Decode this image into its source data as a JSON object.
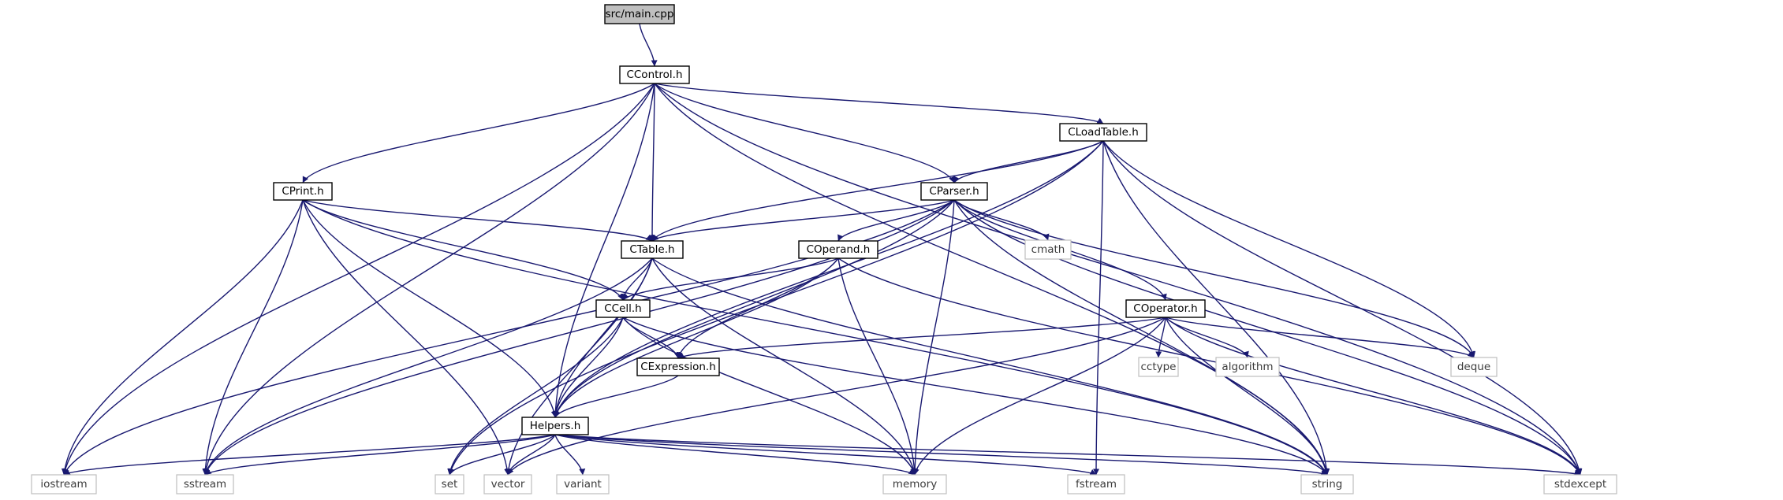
{
  "colors": {
    "edge": "#191970",
    "project_border": "#000000",
    "system_border": "#bfbfbf",
    "root_fill": "#bfbfbf"
  },
  "nodes": [
    {
      "id": "main",
      "label": "src/main.cpp",
      "kind": "root"
    },
    {
      "id": "ccontrol",
      "label": "CControl.h",
      "kind": "project"
    },
    {
      "id": "cloadtable",
      "label": "CLoadTable.h",
      "kind": "project"
    },
    {
      "id": "cprint",
      "label": "CPrint.h",
      "kind": "project"
    },
    {
      "id": "cparser",
      "label": "CParser.h",
      "kind": "project"
    },
    {
      "id": "ctable",
      "label": "CTable.h",
      "kind": "project"
    },
    {
      "id": "coperand",
      "label": "COperand.h",
      "kind": "project"
    },
    {
      "id": "cmath",
      "label": "cmath",
      "kind": "system"
    },
    {
      "id": "coperator",
      "label": "COperator.h",
      "kind": "project"
    },
    {
      "id": "ccell",
      "label": "CCell.h",
      "kind": "project"
    },
    {
      "id": "cexpression",
      "label": "CExpression.h",
      "kind": "project"
    },
    {
      "id": "cctype",
      "label": "cctype",
      "kind": "system"
    },
    {
      "id": "algorithm",
      "label": "algorithm",
      "kind": "system"
    },
    {
      "id": "deque",
      "label": "deque",
      "kind": "system"
    },
    {
      "id": "helpers",
      "label": "Helpers.h",
      "kind": "project"
    },
    {
      "id": "iostream",
      "label": "iostream",
      "kind": "system"
    },
    {
      "id": "sstream",
      "label": "sstream",
      "kind": "system"
    },
    {
      "id": "set",
      "label": "set",
      "kind": "system"
    },
    {
      "id": "vector",
      "label": "vector",
      "kind": "system"
    },
    {
      "id": "variant",
      "label": "variant",
      "kind": "system"
    },
    {
      "id": "memory",
      "label": "memory",
      "kind": "system"
    },
    {
      "id": "fstream",
      "label": "fstream",
      "kind": "system"
    },
    {
      "id": "string",
      "label": "string",
      "kind": "system"
    },
    {
      "id": "stdexcept",
      "label": "stdexcept",
      "kind": "system"
    }
  ],
  "edges": [
    [
      "main",
      "ccontrol"
    ],
    [
      "ccontrol",
      "cloadtable"
    ],
    [
      "ccontrol",
      "cprint"
    ],
    [
      "ccontrol",
      "cparser"
    ],
    [
      "ccontrol",
      "ctable"
    ],
    [
      "ccontrol",
      "helpers"
    ],
    [
      "ccontrol",
      "iostream"
    ],
    [
      "ccontrol",
      "sstream"
    ],
    [
      "ccontrol",
      "string"
    ],
    [
      "ccontrol",
      "stdexcept"
    ],
    [
      "cloadtable",
      "cparser"
    ],
    [
      "cloadtable",
      "ctable"
    ],
    [
      "cloadtable",
      "helpers"
    ],
    [
      "cloadtable",
      "set"
    ],
    [
      "cloadtable",
      "deque"
    ],
    [
      "cloadtable",
      "fstream"
    ],
    [
      "cloadtable",
      "string"
    ],
    [
      "cloadtable",
      "stdexcept"
    ],
    [
      "cprint",
      "ctable"
    ],
    [
      "cprint",
      "ccell"
    ],
    [
      "cprint",
      "helpers"
    ],
    [
      "cprint",
      "iostream"
    ],
    [
      "cprint",
      "sstream"
    ],
    [
      "cprint",
      "vector"
    ],
    [
      "cprint",
      "string"
    ],
    [
      "cparser",
      "ctable"
    ],
    [
      "cparser",
      "coperand"
    ],
    [
      "cparser",
      "cmath"
    ],
    [
      "cparser",
      "coperator"
    ],
    [
      "cparser",
      "helpers"
    ],
    [
      "cparser",
      "iostream"
    ],
    [
      "cparser",
      "sstream"
    ],
    [
      "cparser",
      "memory"
    ],
    [
      "cparser",
      "deque"
    ],
    [
      "cparser",
      "string"
    ],
    [
      "cparser",
      "stdexcept"
    ],
    [
      "ctable",
      "ccell"
    ],
    [
      "ctable",
      "helpers"
    ],
    [
      "ctable",
      "vector"
    ],
    [
      "ctable",
      "memory"
    ],
    [
      "ctable",
      "string"
    ],
    [
      "ctable",
      "sstream"
    ],
    [
      "coperand",
      "ccell"
    ],
    [
      "coperand",
      "cexpression"
    ],
    [
      "coperand",
      "helpers"
    ],
    [
      "coperand",
      "memory"
    ],
    [
      "coperand",
      "stdexcept"
    ],
    [
      "coperator",
      "cexpression"
    ],
    [
      "coperator",
      "cctype"
    ],
    [
      "coperator",
      "algorithm"
    ],
    [
      "coperator",
      "deque"
    ],
    [
      "coperator",
      "memory"
    ],
    [
      "coperator",
      "vector"
    ],
    [
      "coperator",
      "string"
    ],
    [
      "coperator",
      "stdexcept"
    ],
    [
      "ccell",
      "cexpression"
    ],
    [
      "ccell",
      "helpers"
    ],
    [
      "ccell",
      "set"
    ],
    [
      "ccell",
      "memory"
    ],
    [
      "ccell",
      "string"
    ],
    [
      "cexpression",
      "helpers"
    ],
    [
      "helpers",
      "iostream"
    ],
    [
      "helpers",
      "sstream"
    ],
    [
      "helpers",
      "set"
    ],
    [
      "helpers",
      "vector"
    ],
    [
      "helpers",
      "variant"
    ],
    [
      "helpers",
      "memory"
    ],
    [
      "helpers",
      "fstream"
    ],
    [
      "helpers",
      "string"
    ],
    [
      "helpers",
      "stdexcept"
    ]
  ]
}
